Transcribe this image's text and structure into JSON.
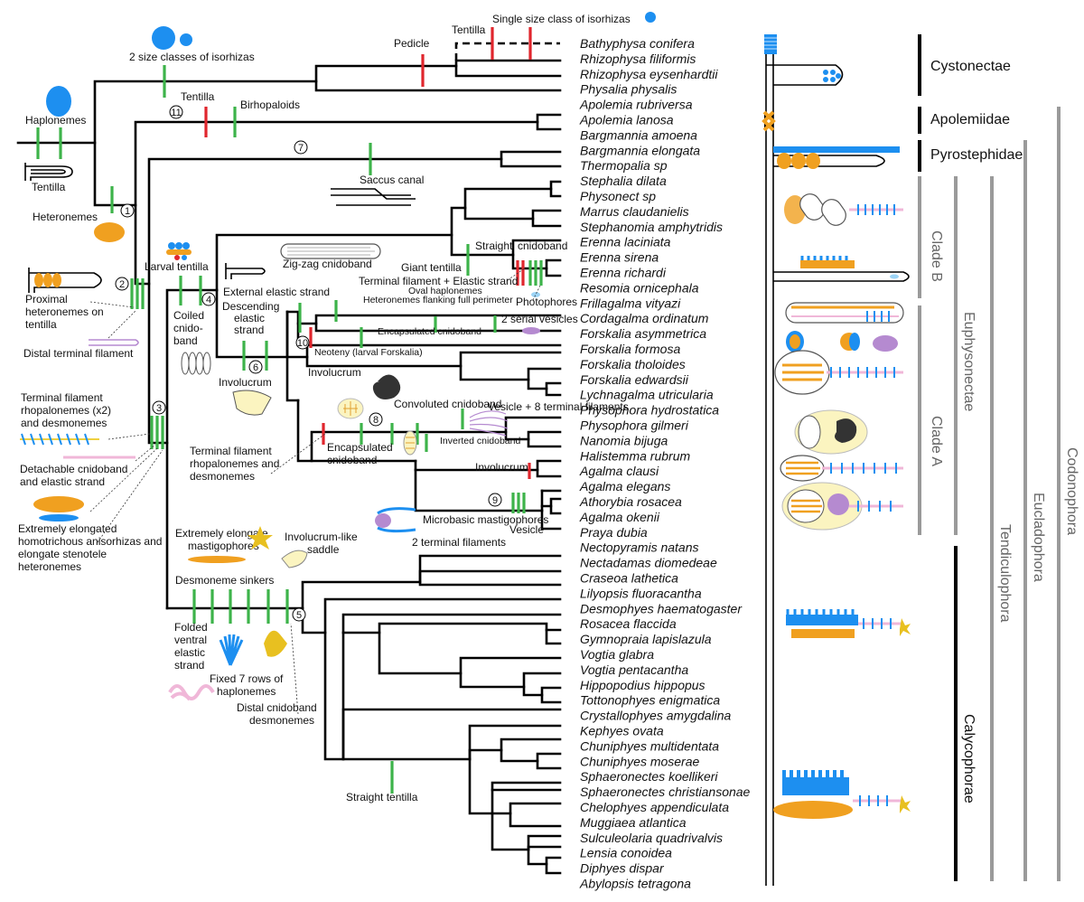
{
  "taxa": [
    {
      "name": "Bathyphysa conifera"
    },
    {
      "name": "Rhizophysa filiformis"
    },
    {
      "name": "Rhizophysa eysenhardtii"
    },
    {
      "name": "Physalia physalis"
    },
    {
      "name": "Apolemia rubriversa"
    },
    {
      "name": "Apolemia lanosa"
    },
    {
      "name": "Bargmannia amoena"
    },
    {
      "name": "Bargmannia elongata"
    },
    {
      "name": "Thermopalia sp"
    },
    {
      "name": "Stephalia dilata"
    },
    {
      "name": "Physonect sp"
    },
    {
      "name": "Marrus claudanielis"
    },
    {
      "name": "Stephanomia amphytridis"
    },
    {
      "name": "Erenna laciniata"
    },
    {
      "name": "Erenna sirena"
    },
    {
      "name": "Erenna richardi"
    },
    {
      "name": "Resomia ornicephala"
    },
    {
      "name": "Frillagalma vityazi"
    },
    {
      "name": "Cordagalma ordinatum"
    },
    {
      "name": "Forskalia asymmetrica"
    },
    {
      "name": "Forskalia formosa"
    },
    {
      "name": "Forskalia tholoides"
    },
    {
      "name": "Forskalia edwardsii"
    },
    {
      "name": "Lychnagalma utricularia"
    },
    {
      "name": "Physophora hydrostatica"
    },
    {
      "name": "Physophora gilmeri"
    },
    {
      "name": "Nanomia bijuga"
    },
    {
      "name": "Halistemma rubrum"
    },
    {
      "name": "Agalma clausi"
    },
    {
      "name": "Agalma elegans"
    },
    {
      "name": "Athorybia rosacea"
    },
    {
      "name": "Agalma okenii"
    },
    {
      "name": "Praya dubia"
    },
    {
      "name": "Nectopyramis natans"
    },
    {
      "name": "Nectadamas diomedeae"
    },
    {
      "name": "Craseoa lathetica"
    },
    {
      "name": "Lilyopsis fluoracantha"
    },
    {
      "name": "Desmophyes haematogaster"
    },
    {
      "name": "Rosacea flaccida"
    },
    {
      "name": "Gymnopraia lapislazula"
    },
    {
      "name": "Vogtia glabra"
    },
    {
      "name": "Vogtia pentacantha"
    },
    {
      "name": "Hippopodius hippopus"
    },
    {
      "name": "Tottonophyes enigmatica"
    },
    {
      "name": "Crystallophyes amygdalina"
    },
    {
      "name": "Kephyes ovata"
    },
    {
      "name": "Chuniphyes multidentata"
    },
    {
      "name": "Chuniphyes moserae"
    },
    {
      "name": "Sphaeronectes koellikeri"
    },
    {
      "name": "Sphaeronectes christiansonae"
    },
    {
      "name": "Chelophyes appendiculata"
    },
    {
      "name": "Muggiaea atlantica"
    },
    {
      "name": "Sulculeolaria quadrivalvis"
    },
    {
      "name": "Lensia conoidea"
    },
    {
      "name": "Diphyes dispar"
    },
    {
      "name": "Abylopsis tetragona"
    }
  ],
  "groups": {
    "cystonectae": "Cystonectae",
    "apolemiidae": "Apolemiidae",
    "pyrostephidae": "Pyrostephidae",
    "clade_b": "Clade B",
    "clade_a": "Clade A",
    "calycophorae": "Calycophorae",
    "euphysonectae": "Euphysonectae",
    "tendiculophora": "Tendiculophora",
    "eucladophora": "Eucladophora",
    "codonophora": "Codonophora"
  },
  "nodes": {
    "n1": "1",
    "n2": "2",
    "n3": "3",
    "n4": "4",
    "n5": "5",
    "n6": "6",
    "n7": "7",
    "n8": "8",
    "n9": "9",
    "n10": "10",
    "n11": "11"
  },
  "annotations": {
    "single_size": "Single size class of isorhizas",
    "tentilla_top": "Tentilla",
    "pedicle": "Pedicle",
    "two_size": "2 size classes of isorhizas",
    "tentilla_apol": "Tentilla",
    "birhopaloids": "Birhopaloids",
    "haplonemes": "Haplonemes",
    "tentilla_left": "Tentilla",
    "heteronemes": "Heteronemes",
    "saccus_canal": "Saccus canal",
    "larval_tentilla": "Larval tentilla",
    "zigzag": "Zig-zag cnidoband",
    "straight_cnidoband_a": "Straight",
    "straight_cnidoband_b": "cnidoband",
    "giant_tentilla": "Giant tentilla",
    "terminal_filament_elastic": "Terminal filament + Elastic strand",
    "oval_haplonemes": "Oval haplonemes",
    "heteronemes_flanking": "Heteronemes flanking full perimeter",
    "photophores": "Photophores",
    "proximal_1": "Proximal",
    "proximal_2": "heteronemes on",
    "proximal_3": "tentilla",
    "external_elastic": "External elastic strand",
    "coiled_1": "Coiled",
    "coiled_2": "cnido-",
    "coiled_3": "band",
    "descending_1": "Descending",
    "descending_2": "elastic",
    "descending_3": "strand",
    "encapsulated_top": "Encapsulated cnidoband",
    "two_serial_vesicles": "2 serial vesicles",
    "distal_terminal": "Distal terminal filament",
    "neoteny": "Neoteny (larval Forskalia)",
    "involucrum_a": "Involucrum",
    "involucrum_b": "Involucrum",
    "convoluted": "Convoluted cnidoband",
    "vesicle_8": "Vesicle + 8 terminal filaments",
    "tf_rhop_1": "Terminal filament",
    "tf_rhop_2": "rhopalonemes (x2)",
    "tf_rhop_3": "and desmonemes",
    "inverted": "Inverted cnidoband",
    "encaps_1": "Encapsulated",
    "encaps_2": "cnidoband",
    "tf_rd_1": "Terminal filament",
    "tf_rd_2": "rhopalonemes and",
    "tf_rd_3": "desmonemes",
    "detach_1": "Detachable cnidoband",
    "detach_2": "and elastic strand",
    "involucrum_c": "Involucrum",
    "microbasic": "Microbasic mastigophores",
    "vesicle": "Vesicle",
    "two_terminal": "2 terminal filaments",
    "ext_elong_1": "Extremely elongated",
    "ext_elong_2": "homotrichous anisorhizas and",
    "ext_elong_3": "elongate stenotele",
    "ext_elong_4": "heteronemes",
    "ext_mast_1": "Extremely elongate",
    "ext_mast_2": "mastigophores",
    "invol_saddle_1": "Involucrum-like",
    "invol_saddle_2": "saddle",
    "desmoneme_sinkers": "Desmoneme sinkers",
    "folded_1": "Folded",
    "folded_2": "ventral",
    "folded_3": "elastic",
    "folded_4": "strand",
    "fixed_1": "Fixed 7 rows of",
    "fixed_2": "haplonemes",
    "distal_cnido_1": "Distal cnidoband",
    "distal_cnido_2": "desmonemes",
    "straight_tentilla": "Straight tentilla"
  },
  "colors": {
    "gain": "#3db34a",
    "loss": "#e0262d",
    "isorhiza_blue": "#1d8ff0",
    "heteroneme_orange": "#f0a020",
    "rhopaloneme_yellow": "#efd040",
    "elastic_pink": "#f0b7d8",
    "vesicle_purple": "#b58ad0",
    "clade_gray": "#9a9a9a"
  }
}
